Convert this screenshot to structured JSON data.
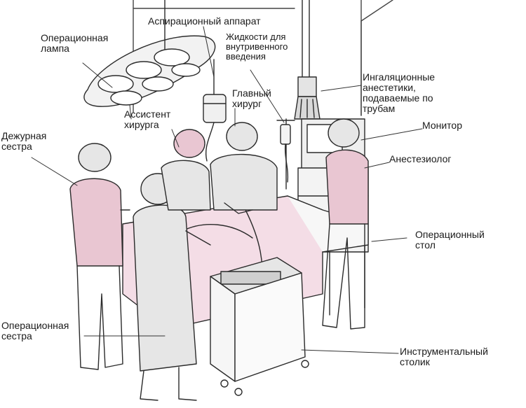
{
  "labels": {
    "lamp": "Операционная\nлампа",
    "suction": "Аспирационный аппарат",
    "fluids": "Жидкости для\nвнутривенного\nвведения",
    "inhalation": "Ингаляционные\nанестетики,\nподаваемые по\nтрубам",
    "assistant": "Ассистент\nхирурга",
    "surgeon": "Главный\nхирург",
    "monitor": "Монитор",
    "circulating_nurse": "Дежурная\nсестра",
    "anesthesiologist": "Анестезиолог",
    "table": "Операционный\nстол",
    "scrub_nurse": "Операционная\nсестра",
    "instrument_table": "Инструментальный\nстолик"
  },
  "colors": {
    "ink": "#2b2b2b",
    "accent_pink": "#e9c6d2",
    "drape_pink": "#f4dde6",
    "gown_gray": "#e6e6e6",
    "shade": "#bdbdbd"
  }
}
